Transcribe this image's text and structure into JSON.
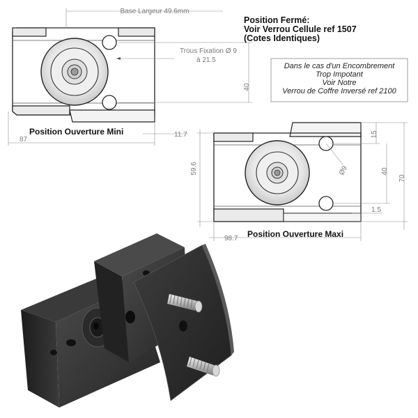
{
  "drawing": {
    "mini": {
      "title": "Position Ouverture Mini",
      "base_width": "Base Largeur 49.6mm",
      "holes_line1": "Trous Fixation Ø 9",
      "holes_line2": "à 21.5",
      "dim_40": "40",
      "dim_87": "87",
      "dim_11_7": "11.7"
    },
    "closed_note": {
      "line1": "Position Fermé:",
      "line2": "Voir Verrou Cellule ref 1507",
      "line3": "(Cotes Identiques)"
    },
    "boxed_note": {
      "line1": "Dans le cas d'un Encombrement",
      "line2": "Trop Impotant",
      "line3": "Voir Notre",
      "line4": "Verrou de Coffre Inversé ref 2100"
    },
    "maxi": {
      "title": "Position Ouverture Maxi",
      "dim_15": "15",
      "dim_40": "40",
      "dim_70": "70",
      "dim_59_6": "59.6",
      "dim_98_7": "98.7",
      "dim_1_5": "1.5",
      "hole_dia": "Ø9"
    }
  },
  "photo": {
    "description_icon": "lock-product-photo"
  }
}
